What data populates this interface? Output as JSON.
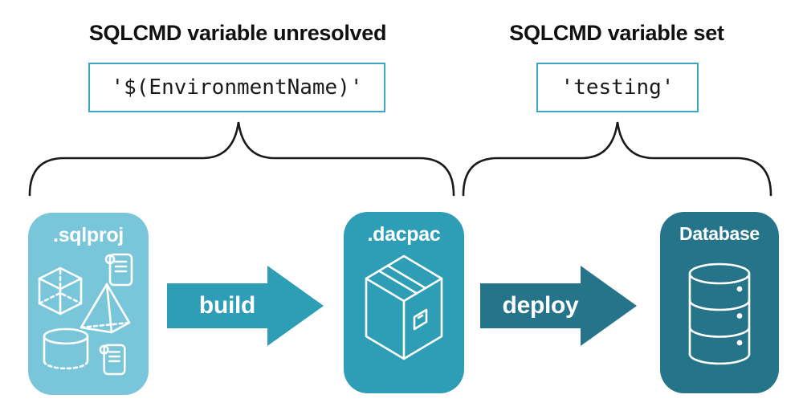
{
  "annotations": {
    "left": {
      "heading": "SQLCMD variable unresolved",
      "code": "'$(EnvironmentName)'"
    },
    "right": {
      "heading": "SQLCMD variable set",
      "code": "'testing'"
    }
  },
  "pipeline": {
    "nodes": [
      {
        "label": ".sqlproj",
        "icon": "sql-project-icon",
        "color": "#79C6DB"
      },
      {
        "label": ".dacpac",
        "icon": "package-icon",
        "color": "#2E9DB6"
      },
      {
        "label": "Database",
        "icon": "database-icon",
        "color": "#26748A"
      }
    ],
    "arrows": [
      {
        "label": "build",
        "color": "#2E9DB6"
      },
      {
        "label": "deploy",
        "color": "#26748A"
      }
    ]
  },
  "colors": {
    "background": "#FFFFFF",
    "code_box_border": "#3EA6C1",
    "brace_stroke": "#1A1A1A",
    "heading_text": "#111111",
    "card_text": "#FFFFFF"
  }
}
